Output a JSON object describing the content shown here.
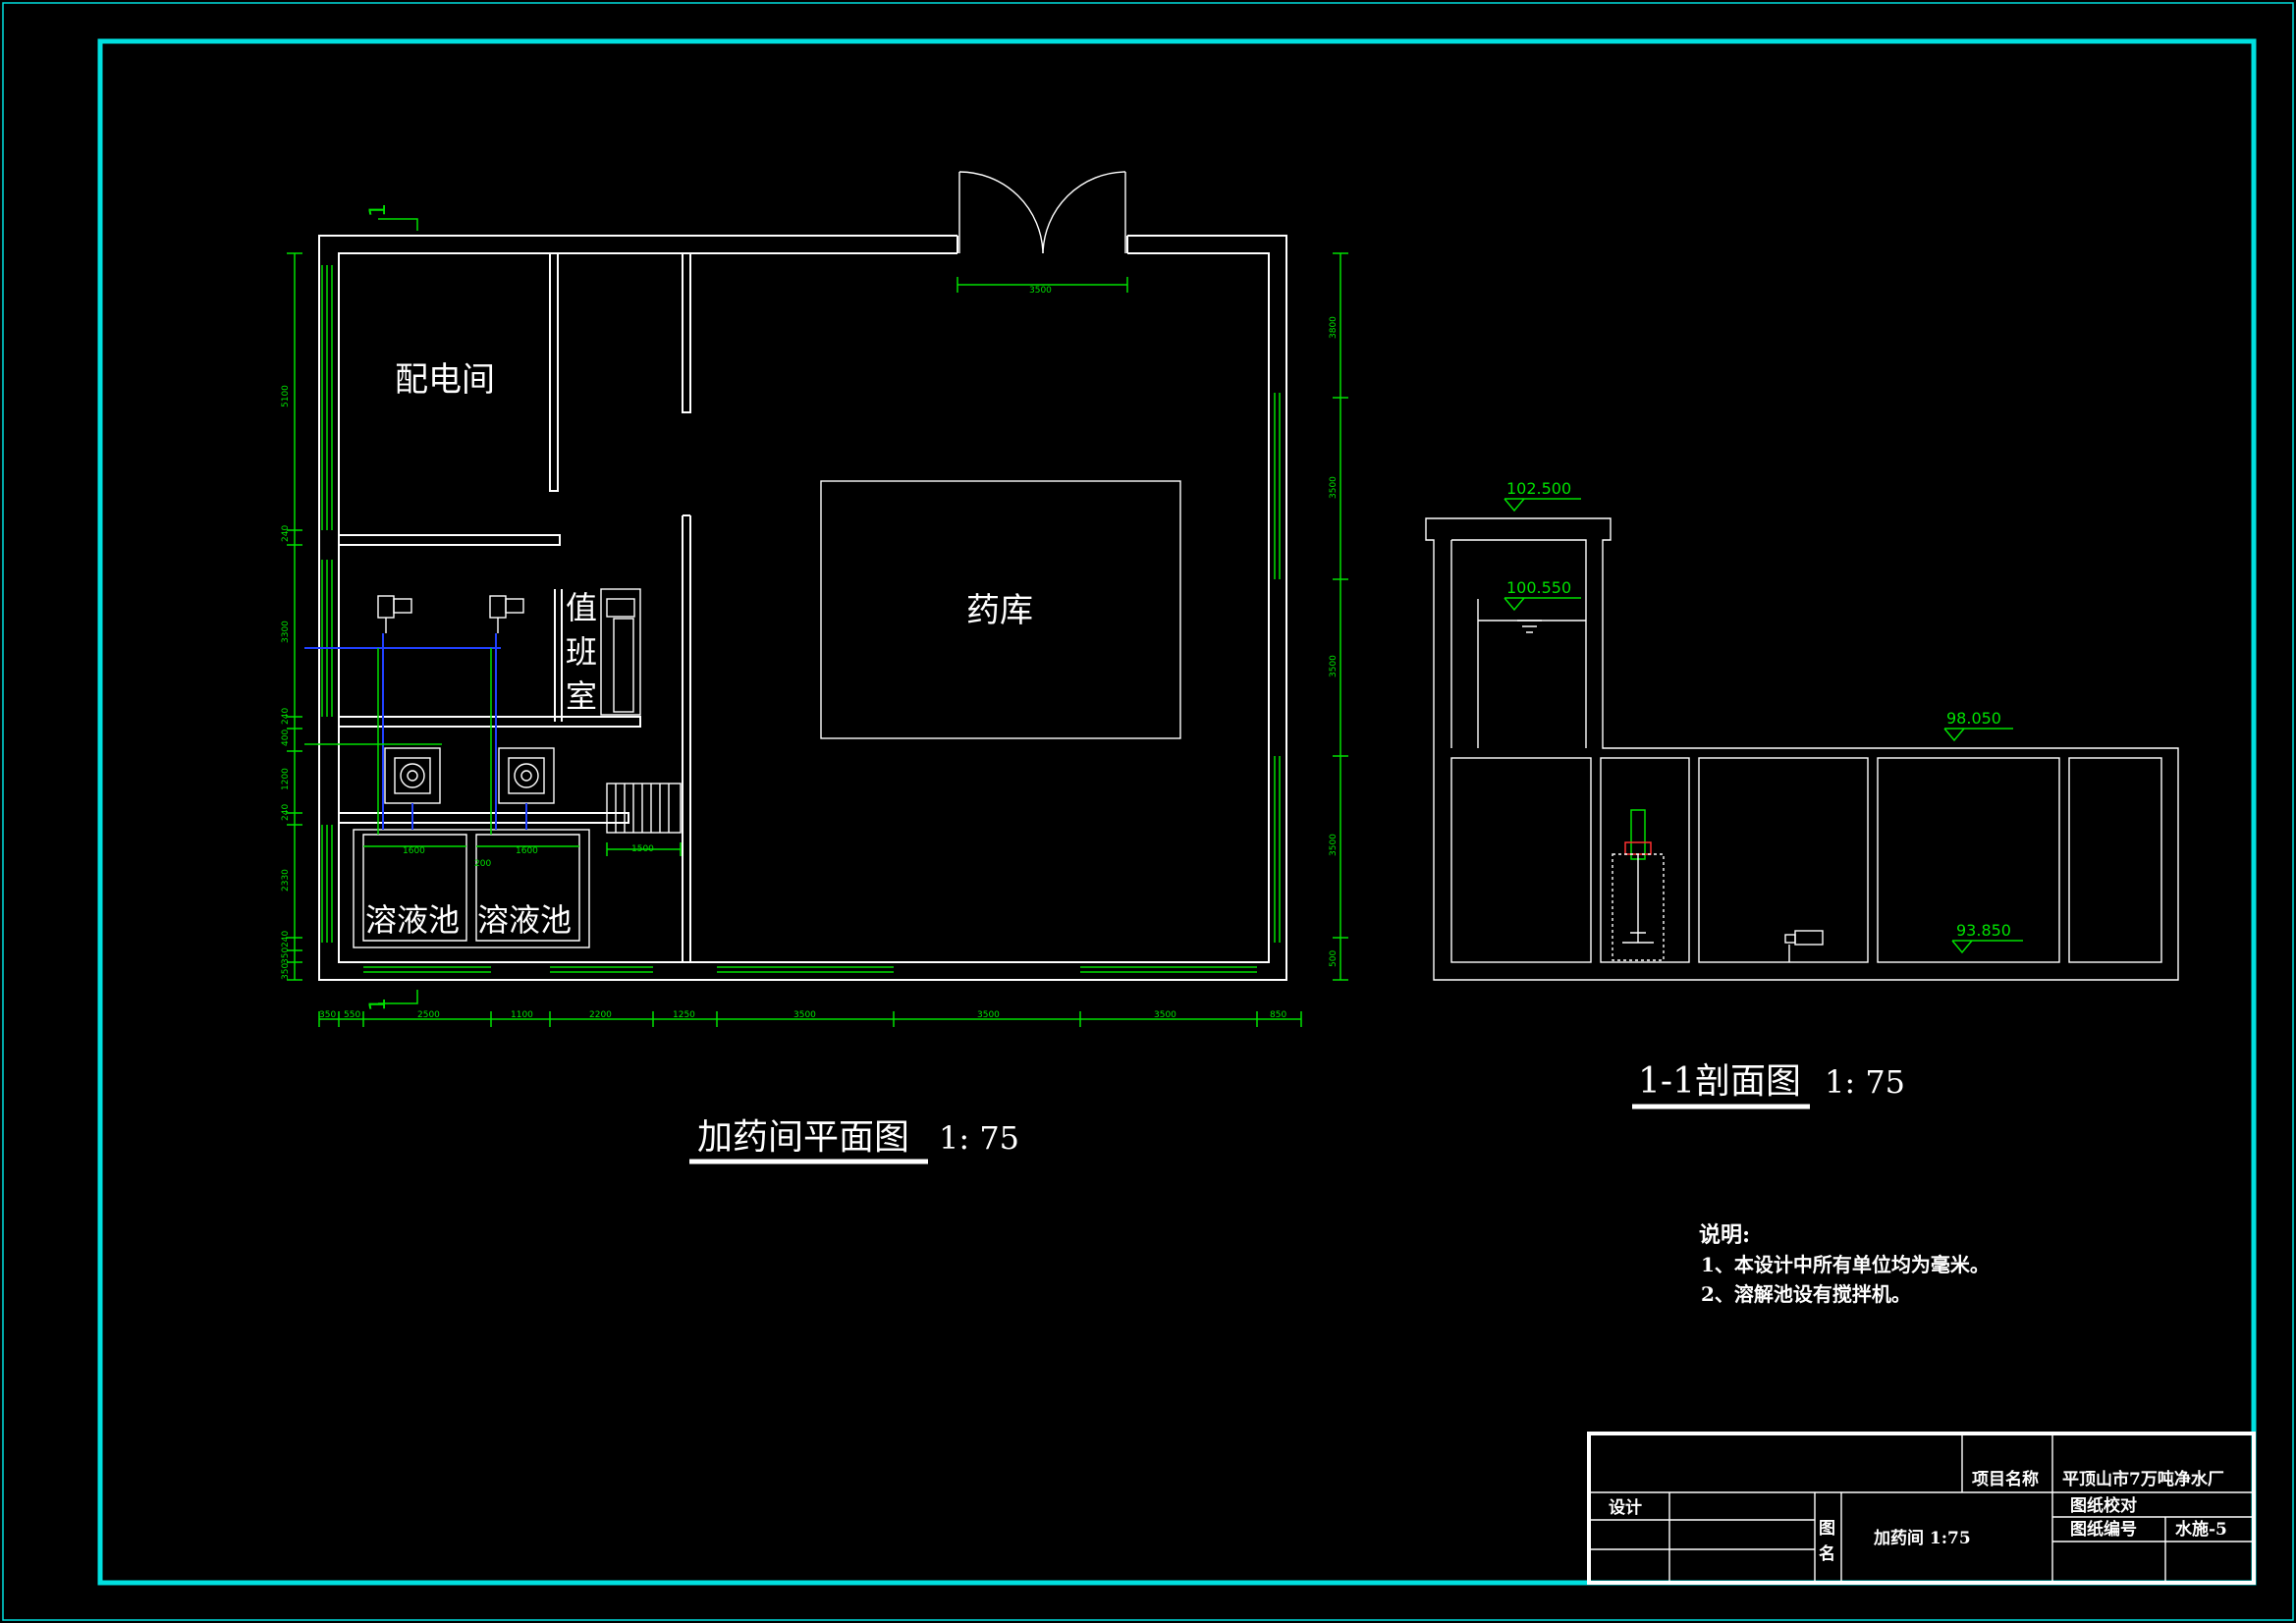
{
  "colors": {
    "background": "#000000",
    "frame": "#00e0e0",
    "line": "#ffffff",
    "dimension": "#00e000",
    "pipe": "#2040ff"
  },
  "plan": {
    "section_mark_top": "1",
    "section_mark_bottom": "1",
    "rooms": {
      "power_room": "配电间",
      "duty_room_1": "值",
      "duty_room_2": "班",
      "duty_room_3": "室",
      "chemical_store": "药库",
      "tank_1": "溶液池",
      "tank_2": "溶液池"
    },
    "dims": {
      "door": "3500",
      "left_1": "5100",
      "left_2": "240",
      "left_3": "3300",
      "left_4": "240",
      "left_5": "400",
      "left_6": "1200",
      "left_7": "240",
      "left_8": "2330",
      "left_9": "240",
      "left_10": "350",
      "left_11": "350",
      "right_1": "3800",
      "right_2": "3500",
      "right_3": "3500",
      "right_4": "3500",
      "right_5": "500",
      "tank_w_1": "1600",
      "tank_w_2": "1600",
      "tank_gap": "200",
      "stair": "1500",
      "bottom_1": "350",
      "bottom_2": "550",
      "bottom_3": "2500",
      "bottom_4": "1100",
      "bottom_5": "2200",
      "bottom_6": "1250",
      "bottom_7": "3500",
      "bottom_8": "3500",
      "bottom_9": "3500",
      "bottom_10": "850"
    },
    "title": "加药间平面图",
    "scale": "1: 75"
  },
  "section": {
    "levels": {
      "top": "102.500",
      "water": "100.550",
      "floor": "98.050",
      "bottom": "93.850"
    },
    "title": "1-1剖面图",
    "scale": "1: 75"
  },
  "notes": {
    "heading": "说明:",
    "items": [
      "1、本设计中所有单位均为毫米。",
      "2、溶解池设有搅拌机。"
    ]
  },
  "title_block": {
    "project_label": "项目名称",
    "project_value": "平顶山市7万吨净水厂",
    "design_label": "设计",
    "name_label_1": "图",
    "name_label_2": "名",
    "drawing_name": "加药间 1:75",
    "check_label": "图纸校对",
    "number_label": "图纸编号",
    "number_value": "水施-5"
  }
}
